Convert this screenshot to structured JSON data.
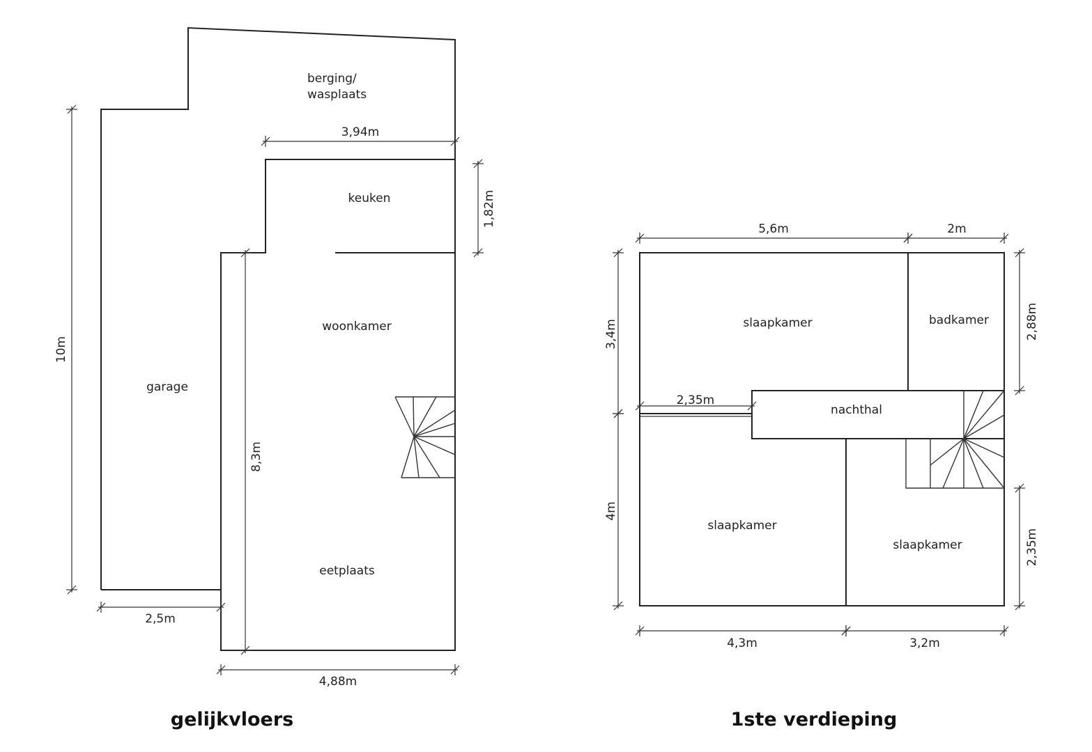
{
  "ground_floor": {
    "title": "gelijkvloers",
    "rooms": {
      "storage": "berging/",
      "storage2": "wasplaats",
      "kitchen": "keuken",
      "living": "woonkamer",
      "garage": "garage",
      "dining": "eetplaats"
    },
    "dimensions": {
      "total_depth": "10m",
      "kitchen_width": "3,94m",
      "kitchen_depth": "1,82m",
      "living_depth": "8,3m",
      "garage_width": "2,5m",
      "living_width": "4,88m"
    }
  },
  "first_floor": {
    "title": "1ste verdieping",
    "rooms": {
      "bedroom1": "slaapkamer",
      "bathroom": "badkamer",
      "landing": "nachthal",
      "bedroom2": "slaapkamer",
      "bedroom3": "slaapkamer"
    },
    "dimensions": {
      "top_left": "5,6m",
      "top_right": "2m",
      "left_upper": "3,4m",
      "left_lower": "4m",
      "bath_depth": "2,88m",
      "corridor": "2,35m",
      "right_lower": "2,35m",
      "bottom_left": "4,3m",
      "bottom_right": "3,2m"
    }
  }
}
